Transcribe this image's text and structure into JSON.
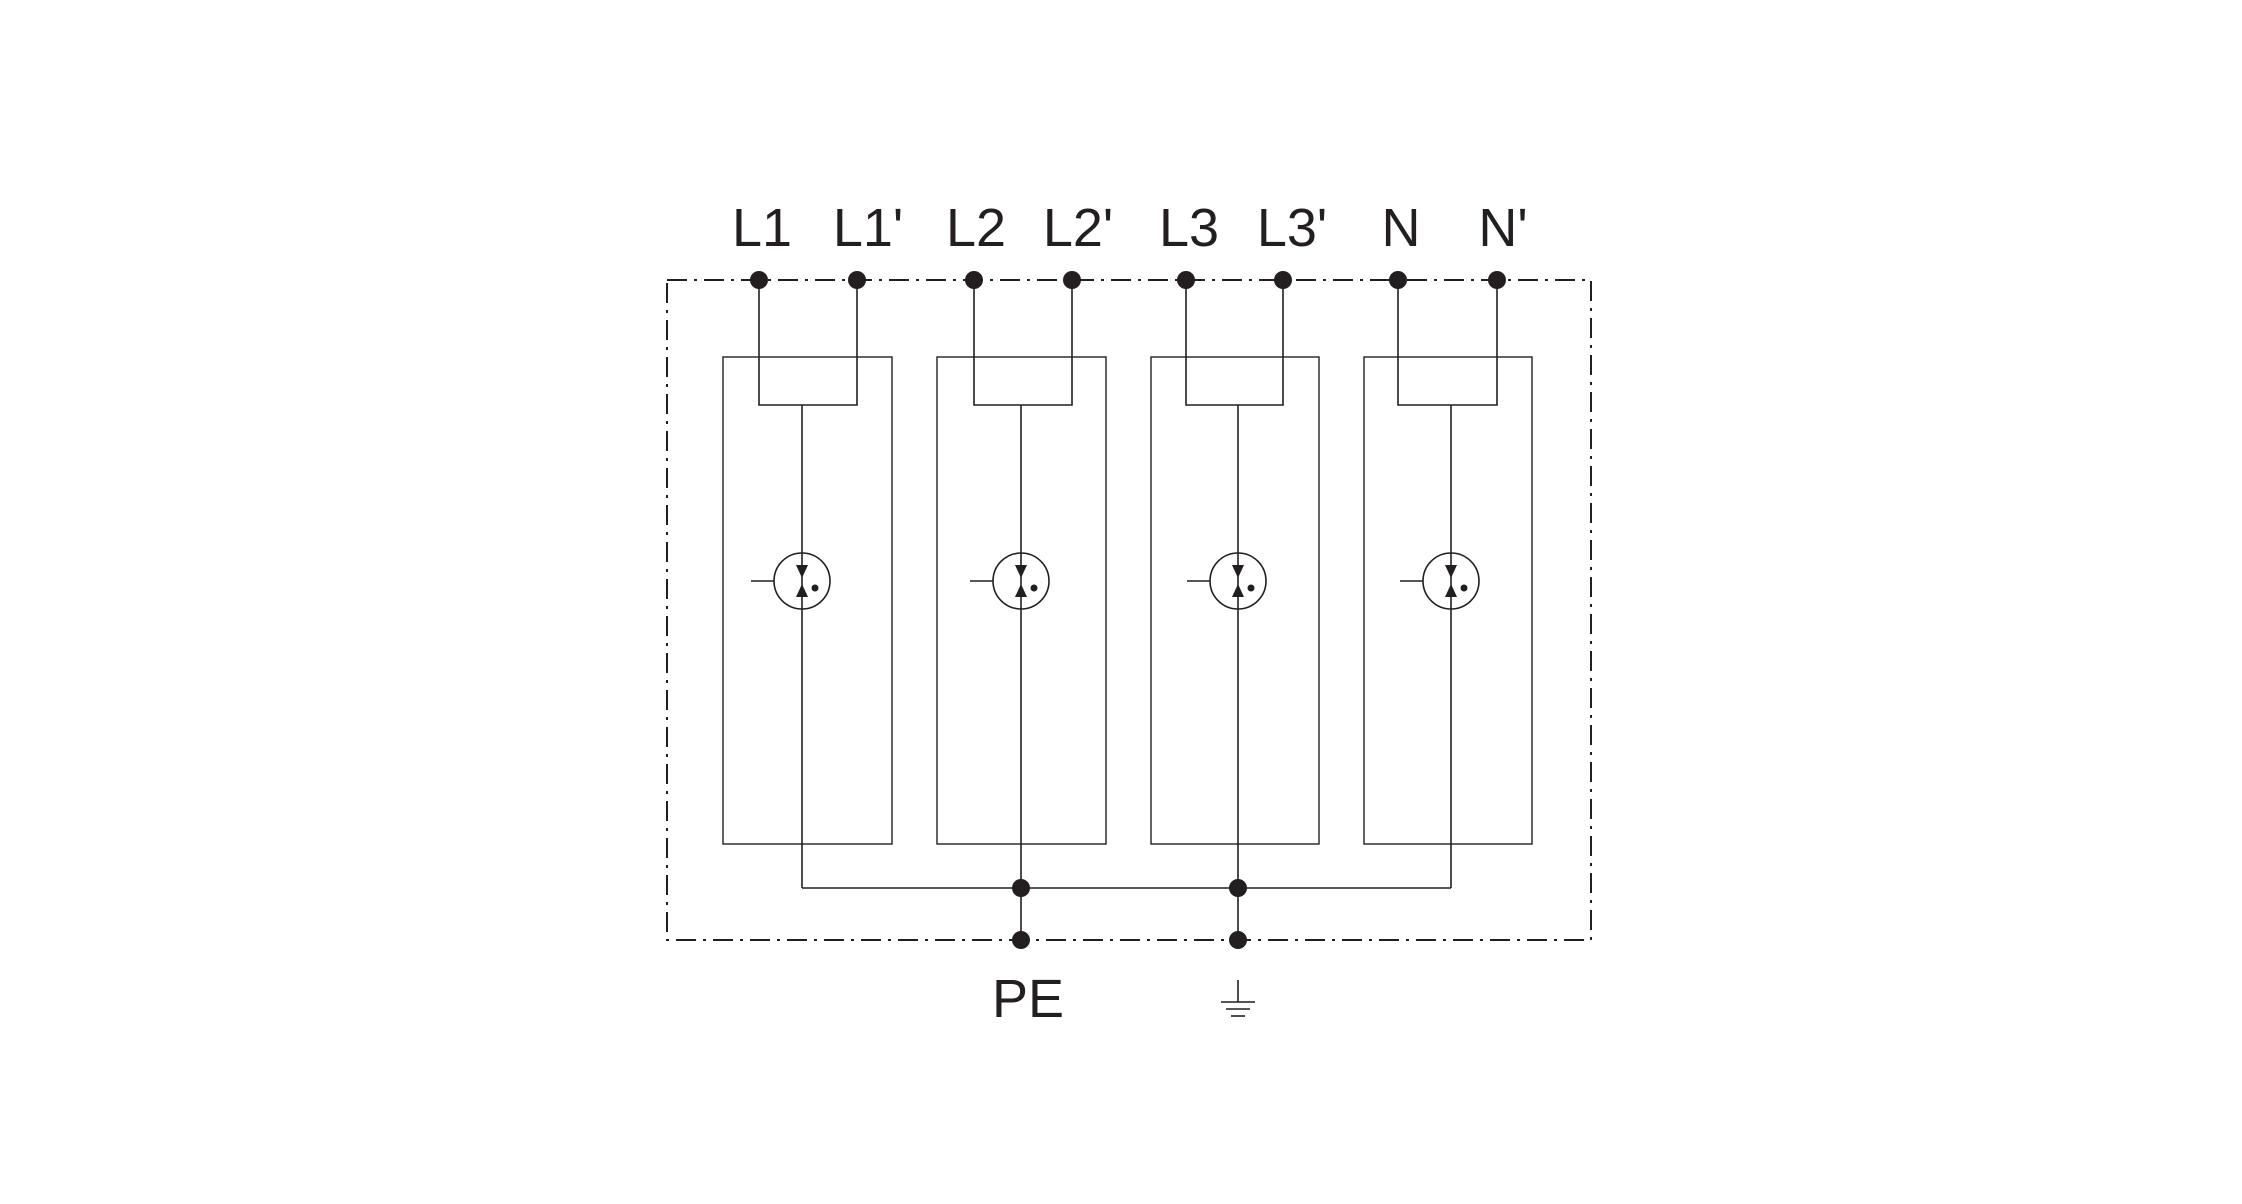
{
  "terminals": {
    "top": [
      {
        "id": "l1",
        "label": "L1"
      },
      {
        "id": "l1p",
        "label": "L1'"
      },
      {
        "id": "l2",
        "label": "L2"
      },
      {
        "id": "l2p",
        "label": "L2'"
      },
      {
        "id": "l3",
        "label": "L3"
      },
      {
        "id": "l3p",
        "label": "L3'"
      },
      {
        "id": "n",
        "label": "N"
      },
      {
        "id": "np",
        "label": "N'"
      }
    ],
    "bottom": [
      {
        "id": "pe",
        "label": "PE"
      }
    ]
  },
  "icons": {
    "protection_element": "surge-protection-element-icon",
    "ground": "ground-symbol-icon"
  },
  "colors": {
    "ink": "#231f20",
    "background": "#ffffff"
  }
}
